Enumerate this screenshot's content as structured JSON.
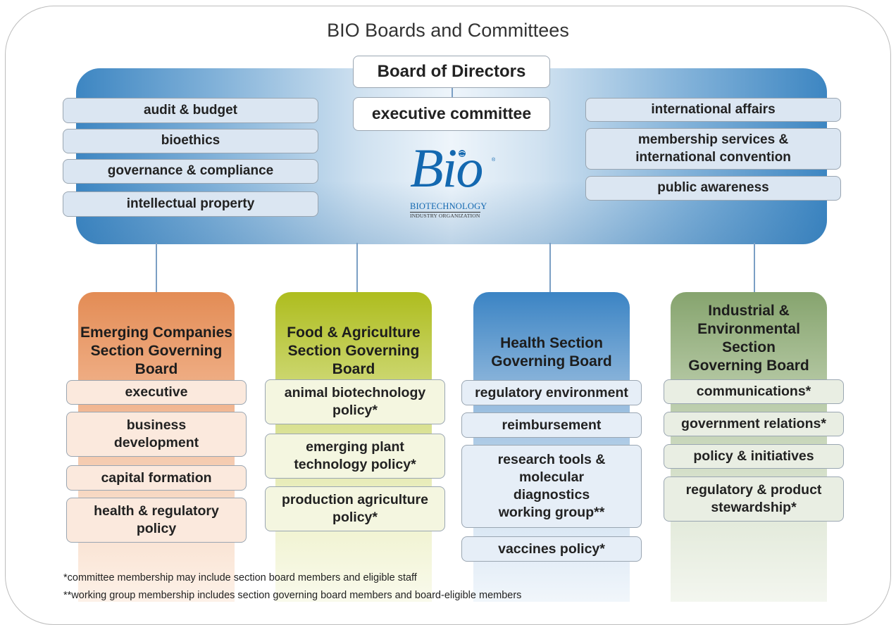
{
  "title": "BIO Boards and Committees",
  "board": {
    "name": "Board of Directors",
    "center_committee": "executive committee",
    "left_committees": [
      "audit & budget",
      "bioethics",
      "governance & compliance",
      "intellectual property"
    ],
    "right_committees": [
      "international affairs",
      "membership services & international convention",
      "public awareness"
    ]
  },
  "logo": {
    "wordmark": "Bio",
    "line1": "BIOTECHNOLOGY",
    "line2": "INDUSTRY ORGANIZATION",
    "mark": "®"
  },
  "sections": [
    {
      "name": "Emerging Companies Section Governing Board",
      "committees": [
        "executive",
        "business development",
        "capital formation",
        "health & regulatory policy"
      ]
    },
    {
      "name": "Food & Agriculture Section Governing Board",
      "committees": [
        "animal biotechnology policy*",
        "emerging plant technology policy*",
        "production agriculture policy*"
      ]
    },
    {
      "name": "Health Section Governing Board",
      "committees": [
        "regulatory environment",
        "reimbursement",
        "research tools & molecular diagnostics working group**",
        "vaccines policy*"
      ]
    },
    {
      "name": "Industrial & Environmental Section Governing Board",
      "committees": [
        "communications*",
        "government relations*",
        "policy & initiatives",
        "regulatory & product stewardship*"
      ]
    }
  ],
  "footnotes": [
    "*committee membership may include section board members and eligible staff",
    "**working group membership includes section governing board members and board-eligible members"
  ],
  "colors": {
    "board_blue": "#3d86c2",
    "emerging": "#e38c55",
    "food_ag": "#aebd1e",
    "health": "#3b84c4",
    "industrial": "#86a46e",
    "logo_blue": "#1368b0"
  }
}
